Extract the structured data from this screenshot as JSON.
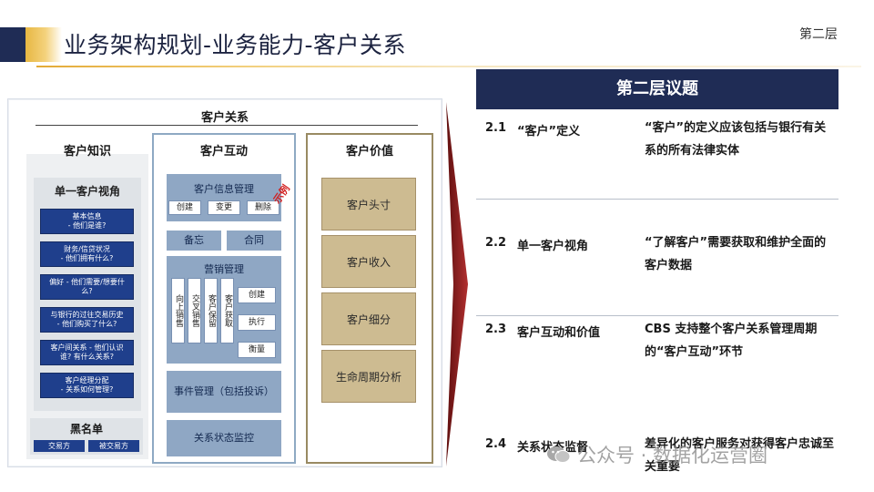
{
  "header": {
    "title": "业务架构规划-业务能力-客户关系",
    "layer_tag": "第二层"
  },
  "diagram": {
    "title": "客户关系",
    "knowledge": {
      "title": "客户知识",
      "single_view_title": "单一客户视角",
      "items": [
        "基本信息\n- 他们是谁?",
        "财务/信贷状况\n- 他们拥有什么?",
        "偏好 - 他们需要/想要什\n么?",
        "与银行的过往交易历史\n- 他们购买了什么?",
        "客户间关系 - 他们认识\n谁? 有什么关系?",
        "客户经理分配\n- 关系如何管理?"
      ],
      "blacklist": {
        "title": "黑名单",
        "parties": [
          "交易方",
          "被交易方"
        ]
      }
    },
    "interaction": {
      "title": "客户互动",
      "info_mgmt": "客户信息管理",
      "info_actions": [
        "创建",
        "变更",
        "删除"
      ],
      "stamp": "示例",
      "memo": "备忘",
      "contract": "合同",
      "marketing": "营销管理",
      "marketing_vertical": [
        "向上销售",
        "交叉销售",
        "客户保留",
        "客户获取"
      ],
      "marketing_actions": [
        "创建",
        "执行",
        "衡量"
      ],
      "event_mgmt": "事件管理（包括投诉）",
      "relation_monitor": "关系状态监控"
    },
    "value": {
      "title": "客户价值",
      "items": [
        "客户头寸",
        "客户收入",
        "客户细分",
        "生命周期分析"
      ]
    }
  },
  "table": {
    "heading": "第二层议题",
    "rows": [
      {
        "num": "2.1",
        "topic": "“客户”定义",
        "desc": "“客户”的定义应该包括与银行有关系的所有法律实体"
      },
      {
        "num": "2.2",
        "topic": "单一客户视角",
        "desc": "“了解客户”需要获取和维护全面的客户数据"
      },
      {
        "num": "2.3",
        "topic": "客户互动和价值",
        "desc": "CBS 支持整个客户关系管理周期的“客户互动”环节"
      },
      {
        "num": "2.4",
        "topic": "关系状态监督",
        "desc": "差异化的客户服务对获得客户忠诚至关重要"
      }
    ]
  },
  "watermark": "公众号 · 数据化运营圈",
  "colors": {
    "navy": "#1f2c55",
    "gold": "#e7b743",
    "knowledge_box": "#1f3f8c",
    "interaction_box": "#8fa7c4",
    "value_box": "#cdbb91",
    "arrow": "#8b1a1a",
    "stamp": "#d21e1e"
  }
}
